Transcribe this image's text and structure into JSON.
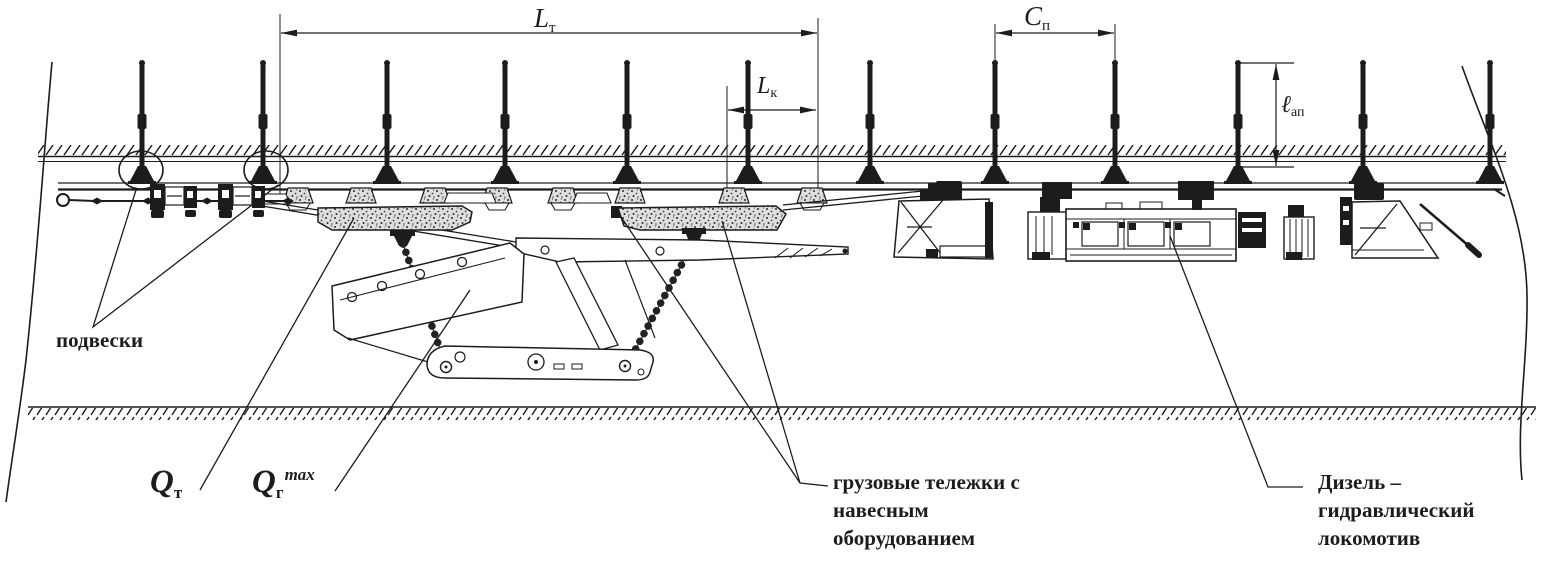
{
  "meta": {
    "description": "Схема подвесной монорельсовой дороги: грузовые тележки с навесным оборудованием и дизель-гидравлический локомотив",
    "ink_color": "#1c1c1c",
    "background_color": "#ffffff"
  },
  "dimensions": {
    "train_length": {
      "base": "L",
      "sub": "т"
    },
    "cargo_unit_length": {
      "base": "L",
      "sub": "к"
    },
    "suspension_spacing": {
      "base": "C",
      "sub": "п"
    },
    "anchor_suspension_length": {
      "base": "ℓ",
      "sub": "ап"
    }
  },
  "callouts": {
    "suspensions": {
      "label": "подвески"
    },
    "trolley_weight": {
      "base": "Q",
      "sub": "т",
      "sup": ""
    },
    "cargo_weight_max": {
      "base": "Q",
      "sub": "г",
      "sup": "max"
    },
    "cargo_trolleys": {
      "lines": [
        "грузовые тележки с",
        "навесным",
        "оборудованием"
      ]
    },
    "locomotive": {
      "lines": [
        "Дизель –",
        "гидравлический",
        "локомотив"
      ]
    }
  }
}
